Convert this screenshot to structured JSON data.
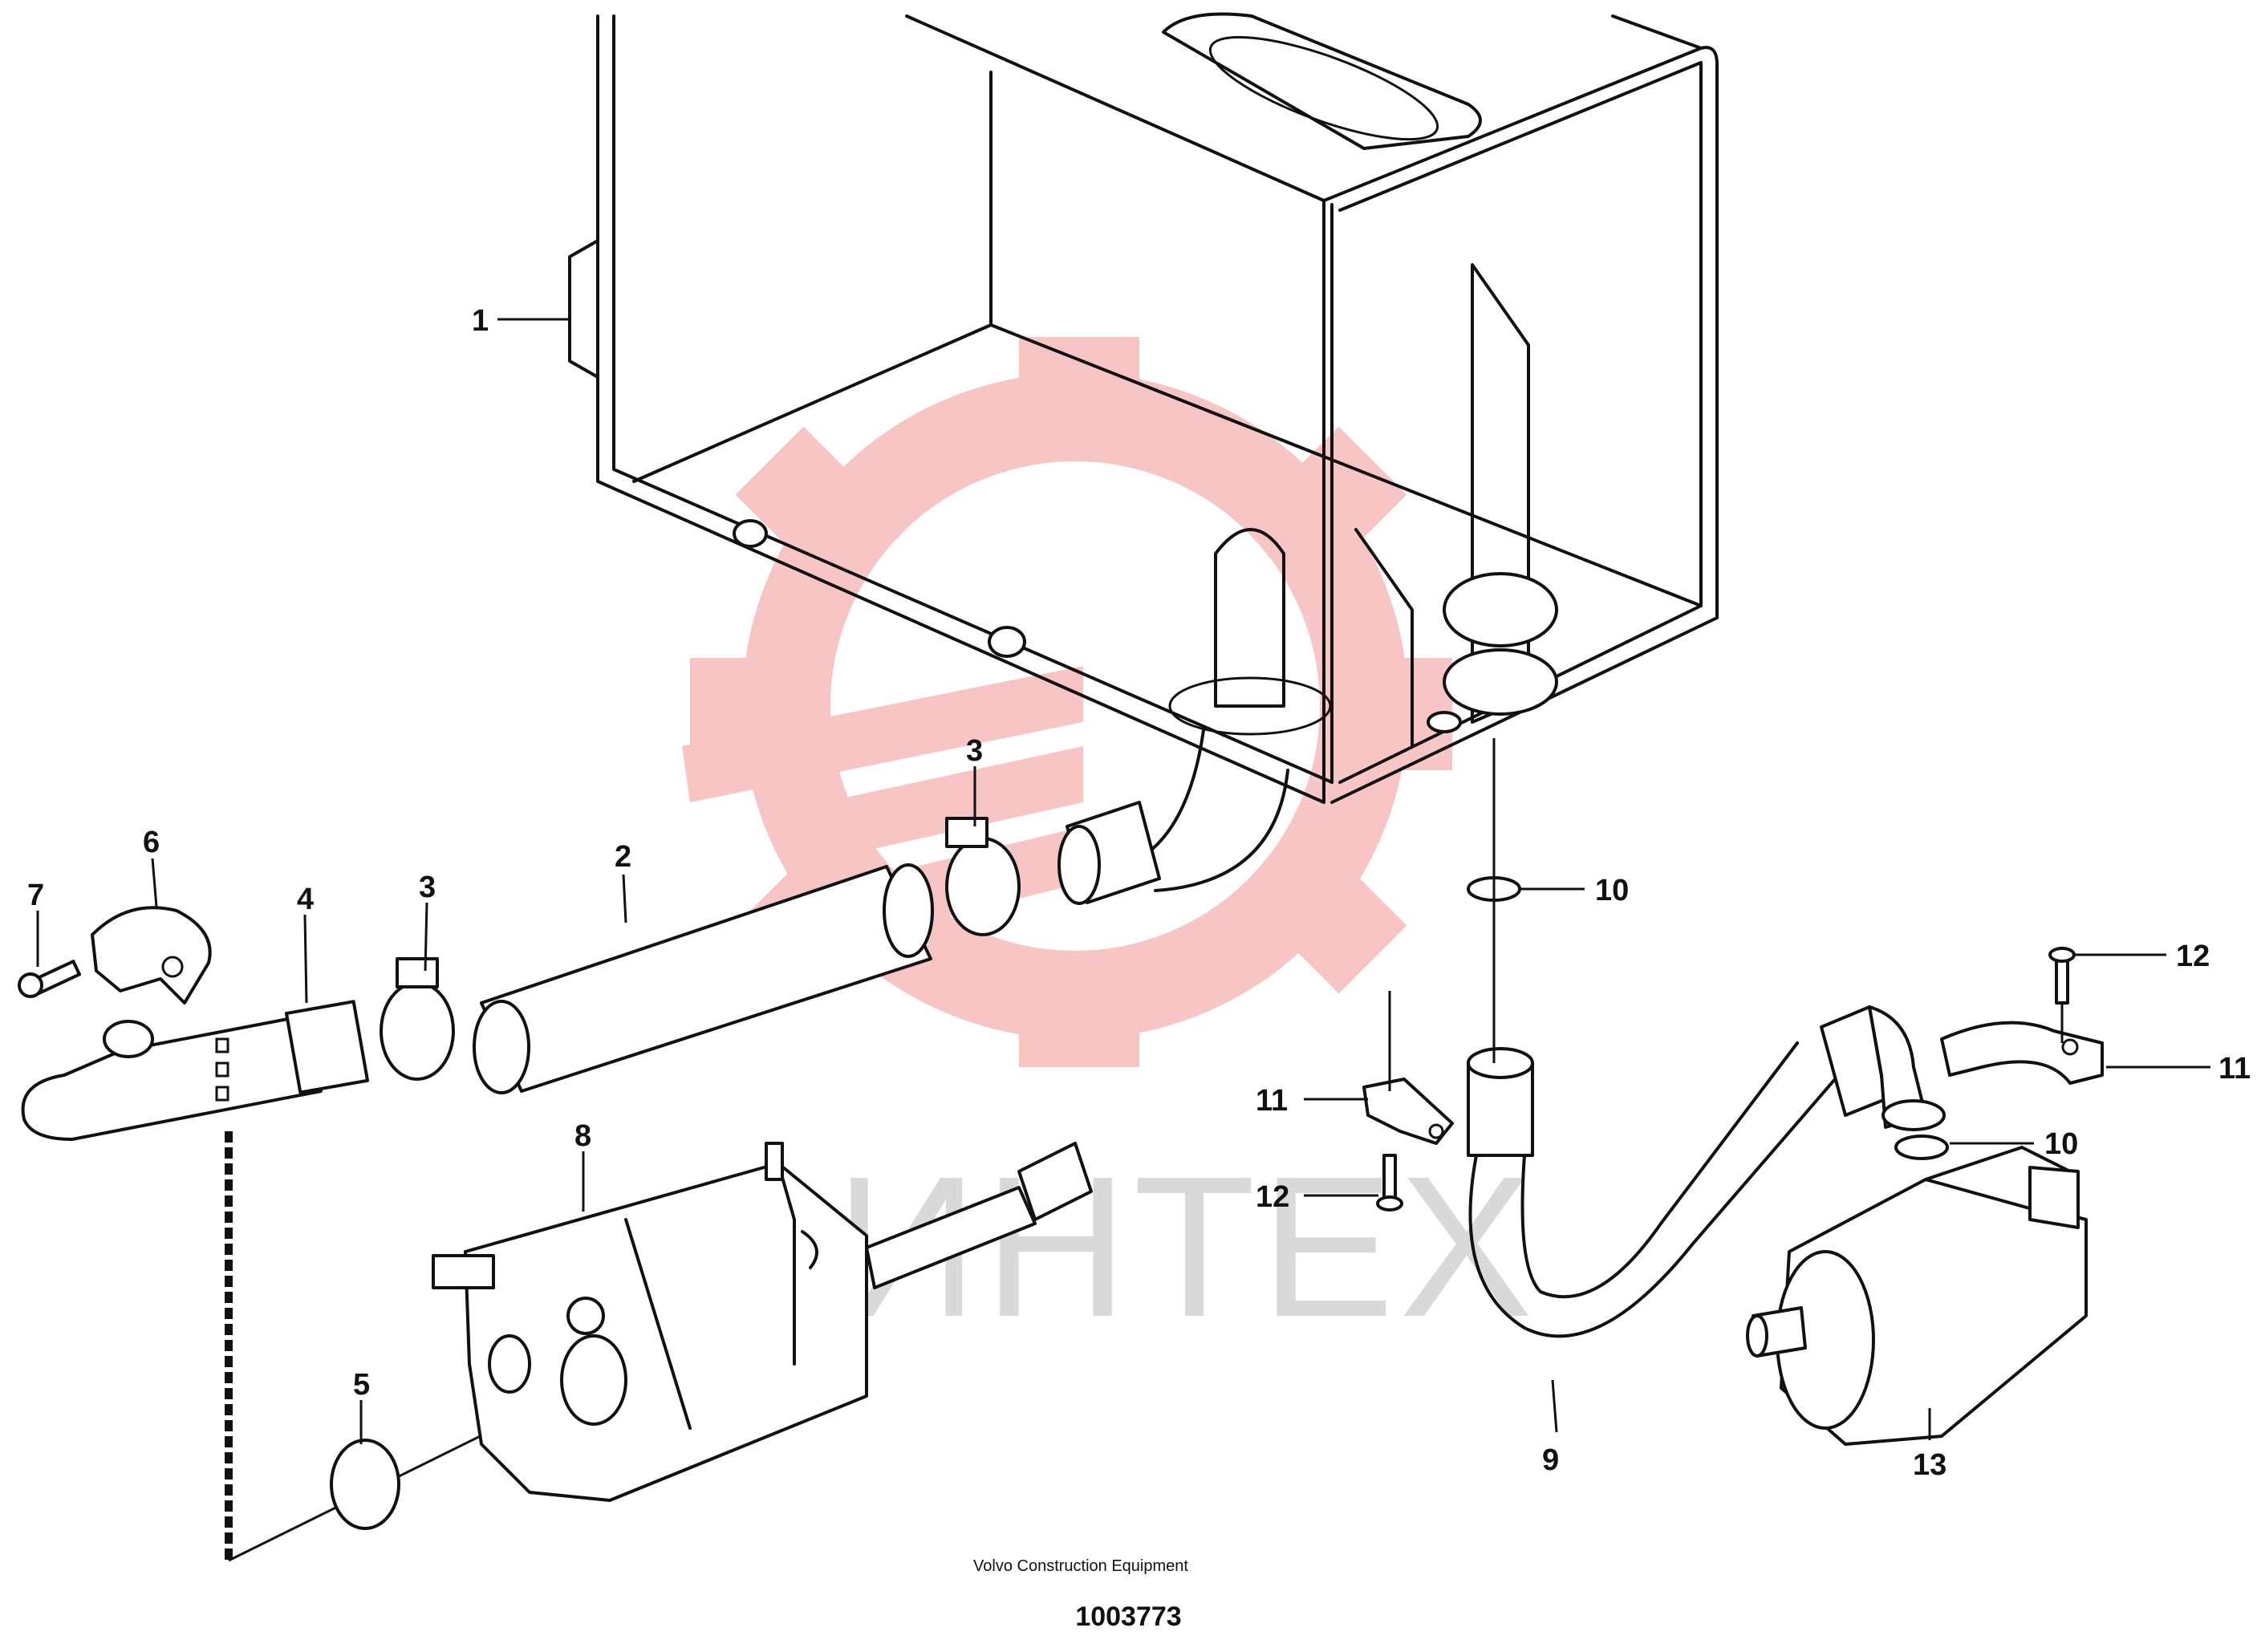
{
  "diagram": {
    "callouts": [
      {
        "id": "c1",
        "text": "1"
      },
      {
        "id": "c2",
        "text": "2"
      },
      {
        "id": "c3a",
        "text": "3"
      },
      {
        "id": "c3b",
        "text": "3"
      },
      {
        "id": "c4",
        "text": "4"
      },
      {
        "id": "c5",
        "text": "5"
      },
      {
        "id": "c6",
        "text": "6"
      },
      {
        "id": "c7",
        "text": "7"
      },
      {
        "id": "c8",
        "text": "8"
      },
      {
        "id": "c9",
        "text": "9"
      },
      {
        "id": "c10a",
        "text": "10"
      },
      {
        "id": "c10b",
        "text": "10"
      },
      {
        "id": "c11a",
        "text": "11"
      },
      {
        "id": "c11b",
        "text": "11"
      },
      {
        "id": "c12a",
        "text": "12"
      },
      {
        "id": "c12b",
        "text": "12"
      },
      {
        "id": "c13",
        "text": "13"
      }
    ]
  },
  "watermark": {
    "text": "ИНТЕХ",
    "color": "#f7b4b4"
  },
  "footer": {
    "maker": "Volvo Construction Equipment",
    "code": "1003773"
  }
}
